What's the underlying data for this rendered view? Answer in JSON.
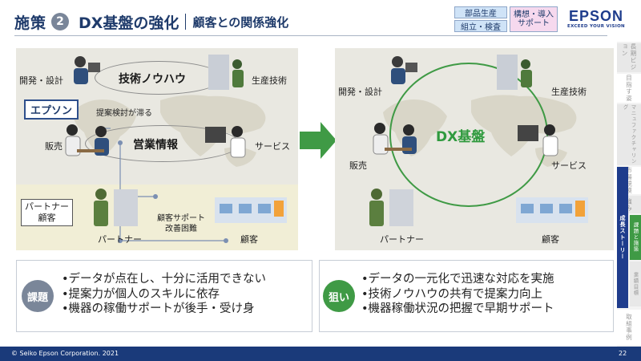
{
  "header": {
    "title_main": "施策",
    "title_num": "2",
    "title_sub1": "DX基盤の強化",
    "title_sub2": "顧客との関係強化",
    "tags": [
      "部品生産",
      "組立・検査"
    ],
    "tag_pink": "構想・導入\nサポート",
    "logo_main": "EPSON",
    "logo_sub": "EXCEED YOUR VISION"
  },
  "left": {
    "dev_label": "開発・設計",
    "prod_label": "生産技術",
    "know_how": "技術ノウハウ",
    "epson_box": "エプソン",
    "proposal_label": "提案検討が滞る",
    "sales_label": "販売",
    "sales_info": "営業情報",
    "service_label": "サービス",
    "partner_box": "パートナー\n顧客",
    "partner_label": "パートナー",
    "customer_support": "顧客サポート\n改善困難",
    "customer_label": "顧客"
  },
  "right": {
    "dev_label": "開発・設計",
    "prod_label": "生産技術",
    "dx_label": "DX基盤",
    "sales_label": "販売",
    "service_label": "サービス",
    "partner_label": "パートナー",
    "customer_label": "顧客"
  },
  "issues": {
    "label": "課題",
    "items": [
      "•データが点在し、十分に活用できない",
      "•提案力が個人のスキルに依存",
      "•機器の稼働サポートが後手・受け身"
    ]
  },
  "aims": {
    "label": "狙い",
    "items": [
      "•データの一元化で迅速な対応を実施",
      "•技術ノウハウの共有で提案力向上",
      "•機器稼働状況の把握で早期サポート"
    ]
  },
  "footer": {
    "copyright": "© Seiko Epson Corporation. 2021",
    "page": "22"
  },
  "sidebar": {
    "items": [
      "長期ビジョン",
      "目指す姿",
      "マニュファクチャリング",
      "市場規模",
      "強み",
      "成長ストーリー",
      "課題と施策",
      "業績目標",
      "取組事例"
    ]
  },
  "colors": {
    "navy": "#1f3b6b",
    "green": "#2f9a3e",
    "issues_circle": "#7a8699",
    "aims_circle": "#3f9a45",
    "sidebar_active": "#1e3c8c"
  }
}
